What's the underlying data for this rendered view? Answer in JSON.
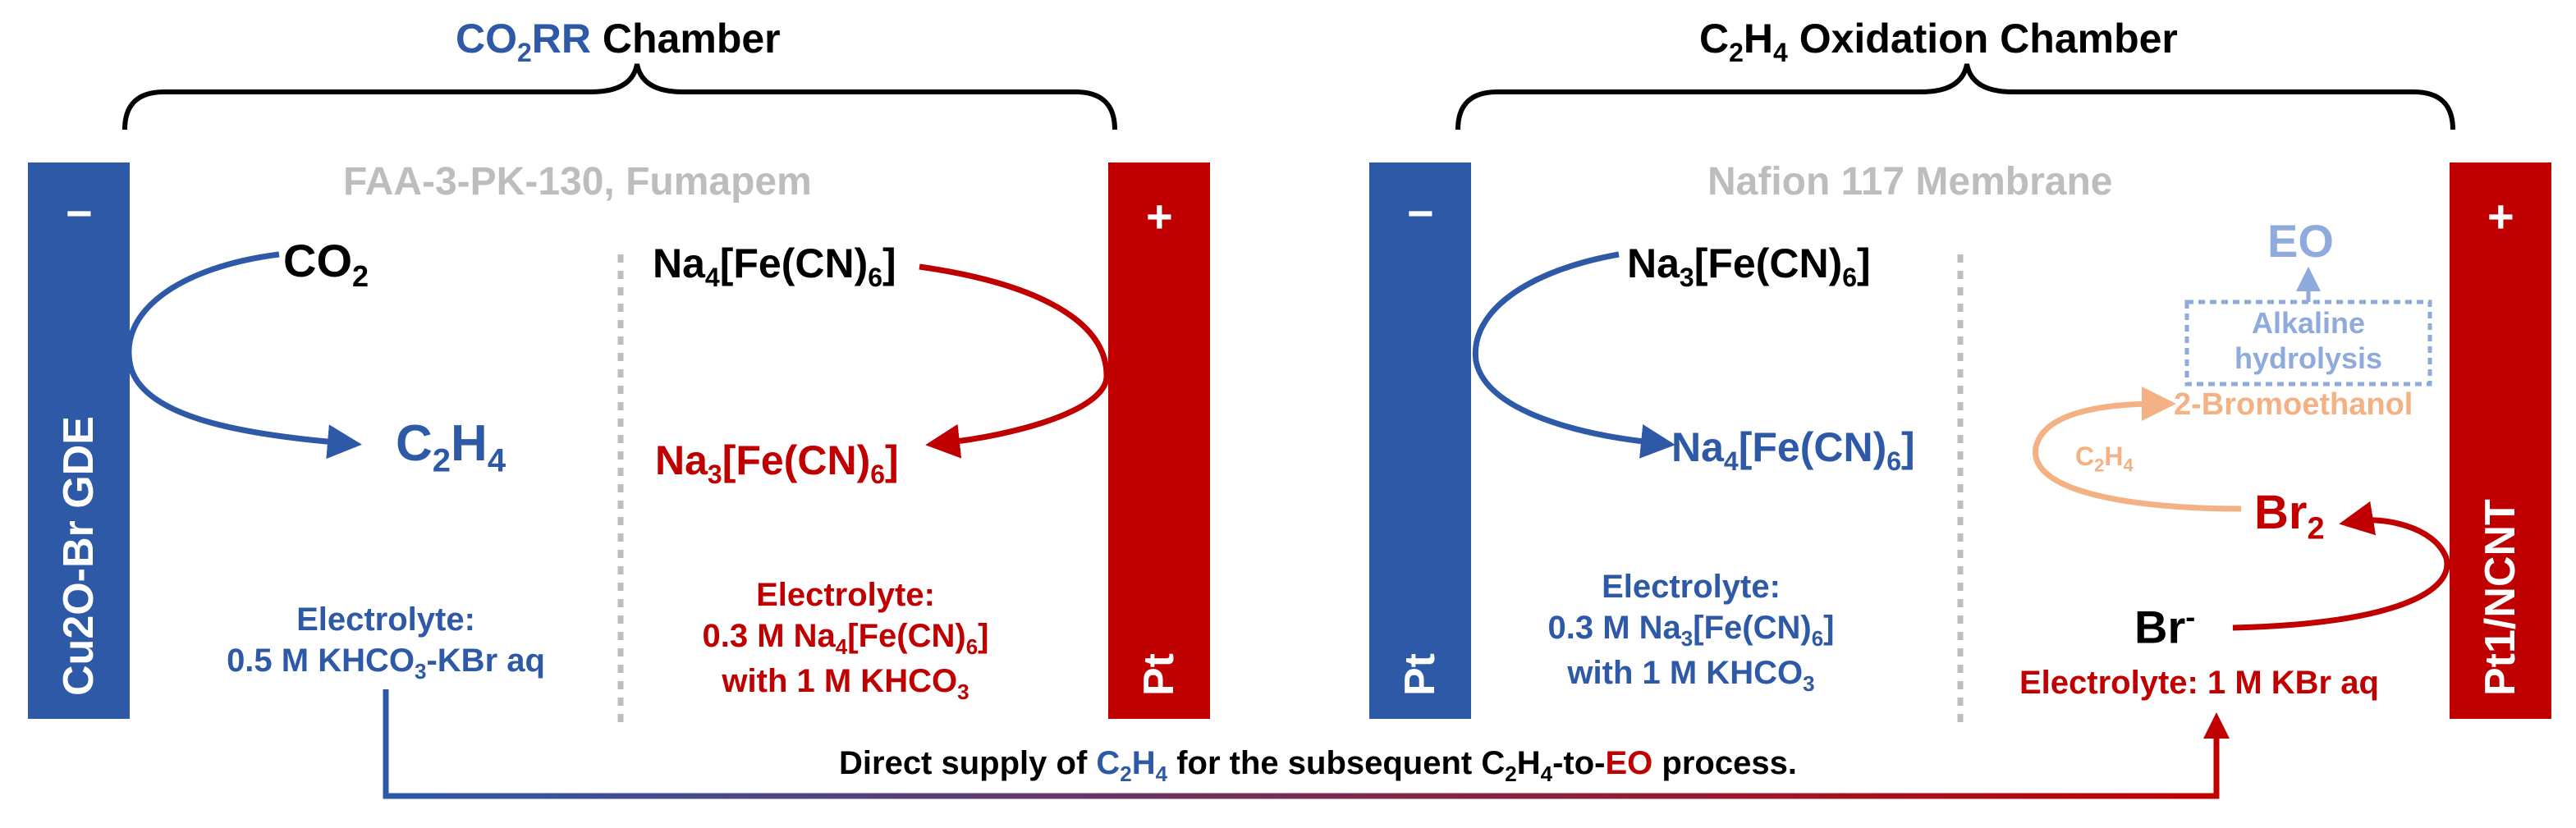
{
  "colors": {
    "blue": "#2e59a6",
    "red": "#c00000",
    "grey": "#bdbdbd",
    "light_blue": "#8faadc",
    "orange": "#f4b183",
    "black": "#000000"
  },
  "left_chamber": {
    "title_prefix": "CO",
    "title_sub": "2",
    "title_prefix_end": "RR",
    "title_rest": " Chamber",
    "membrane": "FAA-3-PK-130, Fumapem",
    "cathode": {
      "label": "Cu2O-Br GDE",
      "sign": "−"
    },
    "anode": {
      "label": "Pt",
      "sign": "+"
    },
    "cathode_reactant": {
      "a": "CO",
      "s": "2"
    },
    "cathode_product": {
      "a": "C",
      "s1": "2",
      "b": "H",
      "s2": "4"
    },
    "anode_reactant": {
      "a": "Na",
      "s1": "4",
      "b": "[Fe(CN)",
      "s2": "6",
      "c": "]"
    },
    "anode_product": {
      "a": "Na",
      "s1": "3",
      "b": "[Fe(CN)",
      "s2": "6",
      "c": "]"
    },
    "cathode_electrolyte": {
      "line1": "Electrolyte:",
      "line2a": "0.5 M KHCO",
      "line2s": "3",
      "line2b": "-KBr aq"
    },
    "anode_electrolyte": {
      "line1": "Electrolyte:",
      "line2a": "0.3 M Na",
      "line2s1": "4",
      "line2b": "[Fe(CN)",
      "line2s2": "6",
      "line2c": "]",
      "line3a": "with 1 M KHCO",
      "line3s": "3"
    }
  },
  "right_chamber": {
    "title_a": "C",
    "title_s1": "2",
    "title_b": "H",
    "title_s2": "4",
    "title_rest": " Oxidation Chamber",
    "membrane": "Nafion 117 Membrane",
    "cathode": {
      "label": "Pt",
      "sign": "−"
    },
    "anode": {
      "label": "Pt1/NCNT",
      "sign": "+"
    },
    "cathode_reactant": {
      "a": "Na",
      "s1": "3",
      "b": "[Fe(CN)",
      "s2": "6",
      "c": "]"
    },
    "cathode_product": {
      "a": "Na",
      "s1": "4",
      "b": "[Fe(CN)",
      "s2": "6",
      "c": "]"
    },
    "cathode_electrolyte": {
      "line1": "Electrolyte:",
      "line2a": "0.3 M Na",
      "line2s1": "3",
      "line2b": "[Fe(CN)",
      "line2s2": "6",
      "line2c": "]",
      "line3a": "with 1 M KHCO",
      "line3s": "3"
    },
    "bromide": {
      "a": "Br",
      "sup": "-"
    },
    "bromine": {
      "a": "Br",
      "s": "2"
    },
    "ethylene": {
      "a": "C",
      "s1": "2",
      "b": "H",
      "s2": "4"
    },
    "bromoethanol": "2-Bromoethanol",
    "hydrolysis_line1": "Alkaline",
    "hydrolysis_line2": "hydrolysis",
    "eo": "EO",
    "anode_electrolyte": "Electrolyte: 1 M KBr aq"
  },
  "bottom_caption": {
    "part1": "Direct supply of ",
    "c2h4_a": "C",
    "c2h4_s1": "2",
    "c2h4_b": "H",
    "c2h4_s2": "4",
    "part2": " for the subsequent C",
    "part2_s1": "2",
    "part2_b": "H",
    "part2_s2": "4",
    "part2_c": "-to-",
    "eo": "EO",
    "part3": " process."
  }
}
